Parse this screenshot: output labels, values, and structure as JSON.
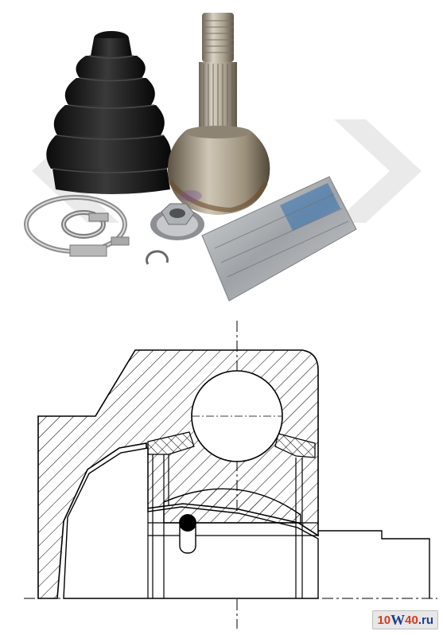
{
  "watermark": {
    "prefix": "10",
    "letter": "W",
    "suffix": "40",
    "tld": ".ru",
    "colors": {
      "digits": "#d83a1f",
      "letter": "#1f3f8f"
    }
  },
  "photo": {
    "background": "#ffffff",
    "items": [
      "cv-joint-boot",
      "outer-cv-joint",
      "large-boot-clamp",
      "small-boot-clamp",
      "axle-nut",
      "circlip",
      "grease-packet"
    ]
  },
  "drawing": {
    "background": "#ffffff",
    "line_color": "#000000",
    "contains": [
      "cross-section",
      "hatching",
      "centerlines",
      "ball",
      "retaining-ring"
    ]
  }
}
